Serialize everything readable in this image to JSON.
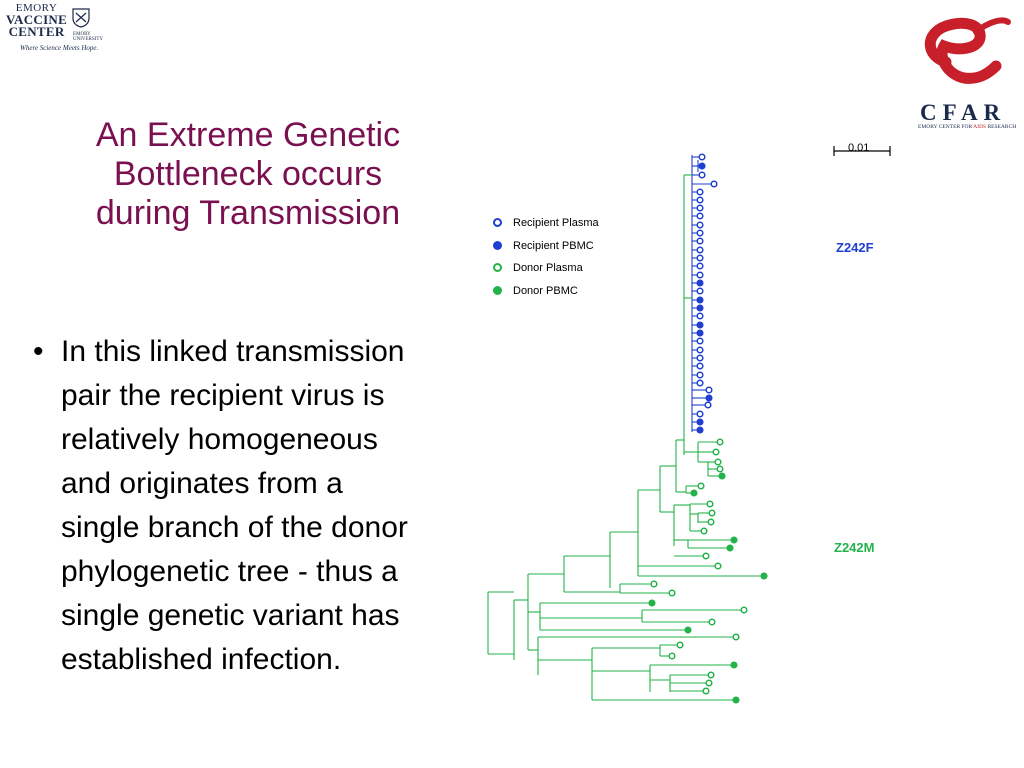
{
  "logos": {
    "emory": {
      "line1": "EMORY",
      "line2": "VACCINE",
      "line3": "CENTER",
      "tagline": "Where Science Meets Hope.",
      "sub": "EMORY UNIVERSITY"
    },
    "cfar": {
      "letters": "CFAR",
      "sub_prefix": "EMORY CENTER FOR ",
      "sub_red": "AIDS",
      "sub_suffix": " RESEARCH"
    }
  },
  "slide": {
    "title_line1": "An Extreme Genetic",
    "title_line2": "Bottleneck occurs",
    "title_line3": "during Transmission",
    "bullet_symbol": "•",
    "bullet_lines": [
      "In this linked transmission",
      "pair the recipient virus is",
      "relatively homogeneous",
      "and originates from a",
      "single branch of the donor",
      "phylogenetic tree - thus a",
      "single genetic variant has",
      "established infection."
    ]
  },
  "legend": [
    {
      "label": "Recipient Plasma",
      "color": "#1f3fd0",
      "filled": false
    },
    {
      "label": "Recipient PBMC",
      "color": "#1f3fd0",
      "filled": true
    },
    {
      "label": "Donor Plasma",
      "color": "#22b34a",
      "filled": false
    },
    {
      "label": "Donor PBMC",
      "color": "#22b34a",
      "filled": true
    }
  ],
  "tree": {
    "scale_label": "0.01",
    "clade_recipient": "Z242F",
    "clade_donor": "Z242M",
    "colors": {
      "recipient": "#1f3fd0",
      "donor": "#22b34a"
    }
  }
}
